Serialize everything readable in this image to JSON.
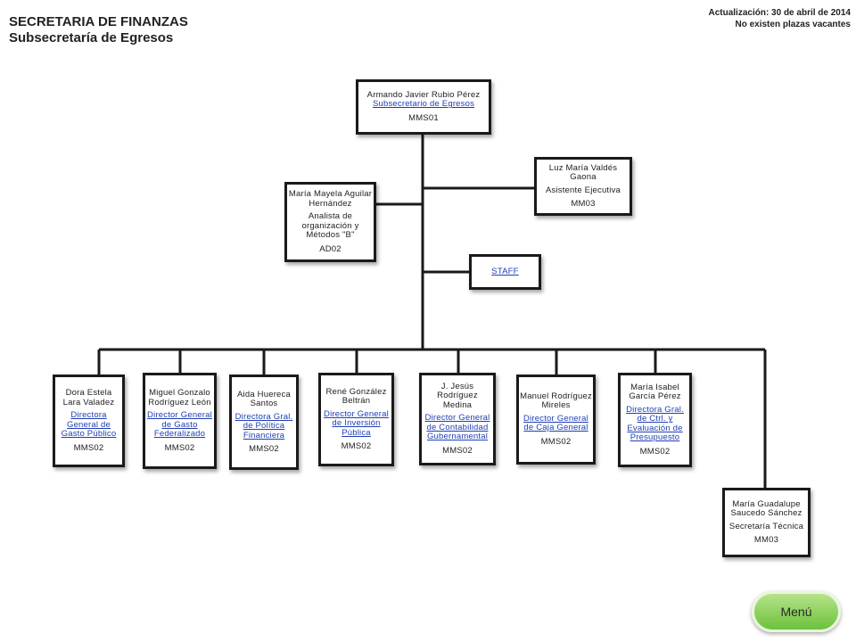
{
  "header": {
    "title": "SECRETARIA DE FINANZAS",
    "subtitle": "Subsecretaría de Egresos",
    "update": "Actualización: 30 de abril de 2014",
    "vacancies": "No existen plazas vacantes"
  },
  "top": {
    "name": "Armando Javier Rubio Pérez",
    "position": "Subsecretario de Egresos",
    "code": "MMS01"
  },
  "assistant": {
    "name": "Luz María Valdés Gaona",
    "position": "Asistente Ejecutiva",
    "code": "MM03"
  },
  "analyst": {
    "name": "María Mayela Aguilar Hernández",
    "position": "Analista de organización y Métodos \"B\"",
    "code": "AD02"
  },
  "staff": {
    "label": "STAFF"
  },
  "directors": [
    {
      "name": "Dora Estela Lara Valadez",
      "position": "Directora General de Gasto Público",
      "code": "MMS02"
    },
    {
      "name": "Miguel Gonzalo Rodríguez León",
      "position": "Director General de Gasto Federalizado",
      "code": "MMS02"
    },
    {
      "name": "Aida Huereca Santos",
      "position": "Directora Gral. de Política Financiera",
      "code": "MMS02"
    },
    {
      "name": "René González Beltrán",
      "position": "Director General de Inversión Pública",
      "code": "MMS02"
    },
    {
      "name": "J. Jesús Rodríguez Medina",
      "position": "Director General de Contabilidad Gubernamental",
      "code": "MMS02"
    },
    {
      "name": "Manuel Rodríguez Mireles",
      "position": "Director General de Caja General",
      "code": "MMS02"
    },
    {
      "name": "María Isabel García Pérez",
      "position": "Directora Gral. de Ctrl. y Evaluación de Presupuesto",
      "code": "MMS02"
    }
  ],
  "technical": {
    "name": "María Guadalupe Saucedo Sánchez",
    "position": "Secretaría Técnica",
    "code": "MM03"
  },
  "menu": {
    "label": "Menú"
  }
}
